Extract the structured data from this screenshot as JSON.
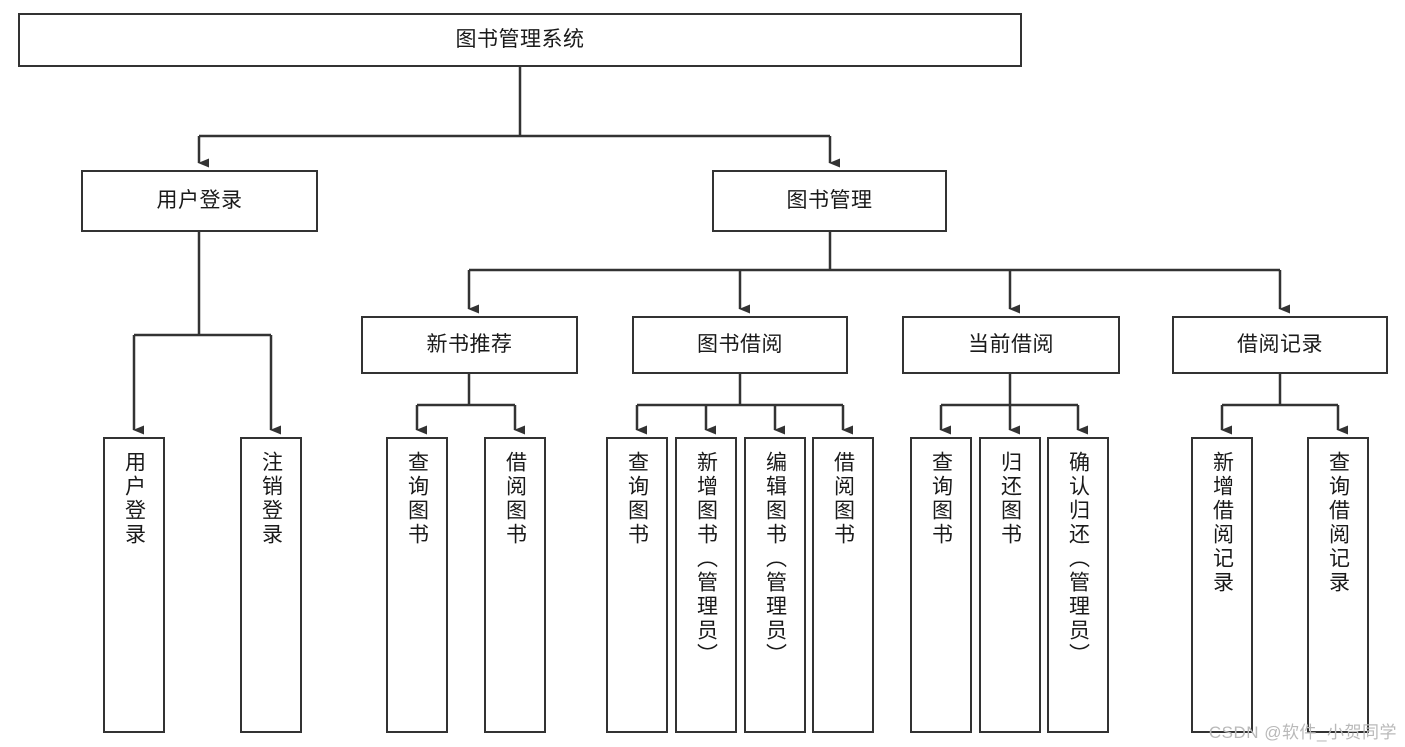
{
  "diagram": {
    "title": "图书管理系统",
    "type": "hierarchy-tree",
    "line_color": "#333333",
    "box_fill": "#ffffff",
    "text_color": "#1a1a1a",
    "nodes": {
      "root": {
        "label": "图书管理系统",
        "orientation": "horizontal"
      },
      "l2": [
        {
          "label": "用户登录",
          "orientation": "horizontal"
        },
        {
          "label": "图书管理",
          "orientation": "horizontal"
        }
      ],
      "l3": [
        {
          "label": "新书推荐",
          "orientation": "horizontal"
        },
        {
          "label": "图书借阅",
          "orientation": "horizontal"
        },
        {
          "label": "当前借阅",
          "orientation": "horizontal"
        },
        {
          "label": "借阅记录",
          "orientation": "horizontal"
        }
      ],
      "leaves_user_login": [
        {
          "label": "用户登录",
          "orientation": "vertical"
        },
        {
          "label": "注销登录",
          "orientation": "vertical"
        }
      ],
      "leaves_new_book": [
        {
          "label": "查询图书",
          "orientation": "vertical"
        },
        {
          "label": "借阅图书",
          "orientation": "vertical"
        }
      ],
      "leaves_borrow_book": [
        {
          "label": "查询图书",
          "orientation": "vertical"
        },
        {
          "label": "新增图书（管理员）",
          "orientation": "vertical"
        },
        {
          "label": "编辑图书（管理员）",
          "orientation": "vertical"
        },
        {
          "label": "借阅图书",
          "orientation": "vertical"
        }
      ],
      "leaves_current_borrow": [
        {
          "label": "查询图书",
          "orientation": "vertical"
        },
        {
          "label": "归还图书",
          "orientation": "vertical"
        },
        {
          "label": "确认归还（管理员）",
          "orientation": "vertical"
        }
      ],
      "leaves_borrow_record": [
        {
          "label": "新增借阅记录",
          "orientation": "vertical"
        },
        {
          "label": "查询借阅记录",
          "orientation": "vertical"
        }
      ]
    }
  },
  "watermark": {
    "text": "CSDN @软件_小贺同学",
    "color": "#b9b9b9"
  }
}
